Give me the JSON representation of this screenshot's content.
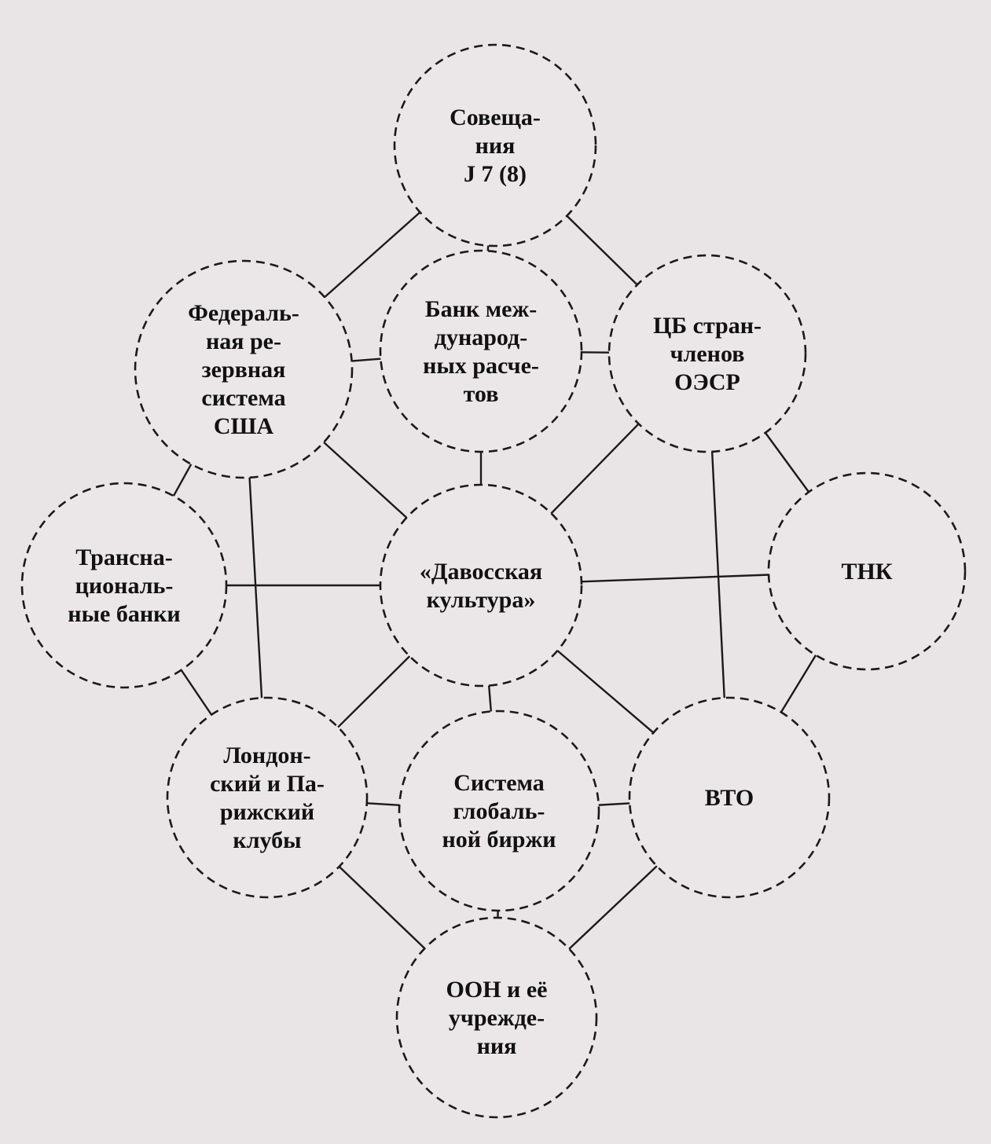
{
  "colors": {
    "background": "#e9e5e7",
    "line": "#1a1a1a",
    "text": "#111111"
  },
  "nodes": [
    {
      "id": "g7",
      "lines": [
        "Совеща-",
        "ния",
        "J 7 (8)"
      ]
    },
    {
      "id": "fed",
      "lines": [
        "Федераль-",
        "ная  ре-",
        "зервная",
        "система",
        "США"
      ]
    },
    {
      "id": "bis",
      "lines": [
        "Банк меж-",
        "дународ-",
        "ных расче-",
        "тов"
      ]
    },
    {
      "id": "oecd",
      "lines": [
        "ЦБ стран-",
        "членов",
        "ОЭСР"
      ]
    },
    {
      "id": "tnb",
      "lines": [
        "Трансна-",
        "циональ-",
        "ные банки"
      ]
    },
    {
      "id": "davos",
      "lines": [
        "«Давосская",
        "культура»"
      ]
    },
    {
      "id": "tnk",
      "lines": [
        "ТНК"
      ]
    },
    {
      "id": "clubs",
      "lines": [
        "Лондон-",
        "ский и Па-",
        "рижский",
        "клубы"
      ]
    },
    {
      "id": "exchange",
      "lines": [
        "Система",
        "глобаль-",
        "ной биржи"
      ]
    },
    {
      "id": "wto",
      "lines": [
        "ВТО"
      ]
    },
    {
      "id": "un",
      "lines": [
        "ООН и её",
        "учрежде-",
        "ния"
      ]
    }
  ],
  "edges": [
    [
      "g7",
      "fed"
    ],
    [
      "g7",
      "bis"
    ],
    [
      "g7",
      "oecd"
    ],
    [
      "fed",
      "bis"
    ],
    [
      "bis",
      "oecd"
    ],
    [
      "fed",
      "tnb"
    ],
    [
      "fed",
      "davos"
    ],
    [
      "fed",
      "clubs"
    ],
    [
      "bis",
      "davos"
    ],
    [
      "oecd",
      "davos"
    ],
    [
      "oecd",
      "tnk"
    ],
    [
      "oecd",
      "wto"
    ],
    [
      "tnb",
      "davos"
    ],
    [
      "davos",
      "tnk"
    ],
    [
      "tnb",
      "clubs"
    ],
    [
      "tnk",
      "wto"
    ],
    [
      "davos",
      "clubs"
    ],
    [
      "davos",
      "exchange"
    ],
    [
      "davos",
      "wto"
    ],
    [
      "clubs",
      "exchange"
    ],
    [
      "exchange",
      "wto"
    ],
    [
      "clubs",
      "un"
    ],
    [
      "exchange",
      "un"
    ],
    [
      "wto",
      "un"
    ]
  ]
}
